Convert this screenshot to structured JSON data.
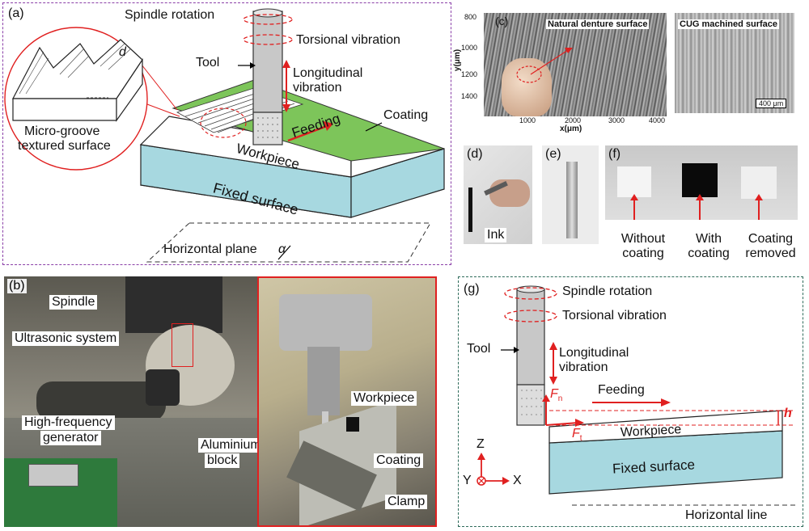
{
  "panel_a": {
    "label": "(a)",
    "spindle_rotation": "Spindle rotation",
    "torsional_vibration": "Torsional vibration",
    "tool": "Tool",
    "longitudinal_vibration_1": "Longitudinal",
    "longitudinal_vibration_2": "vibration",
    "coating": "Coating",
    "feeding": "Feeding",
    "workpiece": "Workpiece",
    "fixed_surface": "Fixed surface",
    "horizontal_plane": "Horizontal plane",
    "alpha": "α",
    "d": "d",
    "micro_groove_1": "Micro-groove",
    "micro_groove_2": "textured surface"
  },
  "panel_b": {
    "label": "(b)",
    "spindle": "Spindle",
    "ultrasonic_system": "Ultrasonic system",
    "hf_generator_1": "High-frequency",
    "hf_generator_2": "generator",
    "aluminium_block_1": "Aluminium",
    "aluminium_block_2": "block",
    "workpiece": "Workpiece",
    "coating": "Coating",
    "clamp": "Clamp"
  },
  "panel_c": {
    "label": "(c)",
    "natural_title": "Natural denture surface",
    "cug_title": "CUG machined surface",
    "y_label": "y(μm)",
    "x_label": "x(μm)",
    "y_ticks": [
      "800",
      "1000",
      "1200",
      "1400"
    ],
    "x_ticks": [
      "1000",
      "2000",
      "3000",
      "4000"
    ],
    "scale_bar": "400 μm"
  },
  "panel_d": {
    "label": "(d)",
    "ink": "Ink"
  },
  "panel_e": {
    "label": "(e)"
  },
  "panel_f": {
    "label": "(f)",
    "without_1": "Without",
    "without_2": "coating",
    "with_1": "With",
    "with_2": "coating",
    "removed_1": "Coating",
    "removed_2": "removed"
  },
  "panel_g": {
    "label": "(g)",
    "spindle_rotation": "Spindle rotation",
    "torsional_vibration": "Torsional vibration",
    "tool": "Tool",
    "longitudinal_1": "Longitudinal",
    "longitudinal_2": "vibration",
    "feeding": "Feeding",
    "fn": "F",
    "fn_sub": "n",
    "ft": "F",
    "ft_sub": "t",
    "h": "h",
    "workpiece": "Workpiece",
    "fixed_surface": "Fixed surface",
    "horizontal_line": "Horizontal line",
    "axis_z": "Z",
    "axis_y": "Y",
    "axis_x": "X"
  },
  "colors": {
    "accent_red": "#e02020",
    "coating_green": "#7dc55a",
    "fixed_blue": "#a7d8e0",
    "panel_a_border": "#8a3fa8",
    "panel_g_border": "#2e6b5a"
  }
}
